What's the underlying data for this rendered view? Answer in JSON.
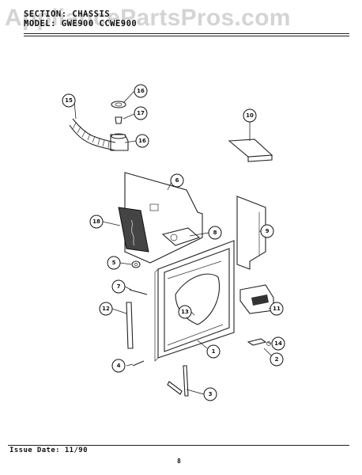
{
  "header": {
    "section_line": "SECTION: CHASSIS",
    "model_line": "MODEL: GWE900  CCWE900"
  },
  "watermark": "AppliancePartsPros.com",
  "footer": {
    "issue_date": "Issue Date: 11/90",
    "page_number": "8"
  },
  "callouts": [
    "1",
    "2",
    "3",
    "4",
    "5",
    "6",
    "7",
    "8",
    "9",
    "10",
    "11",
    "12",
    "13",
    "14",
    "15",
    "16",
    "17",
    "18"
  ]
}
